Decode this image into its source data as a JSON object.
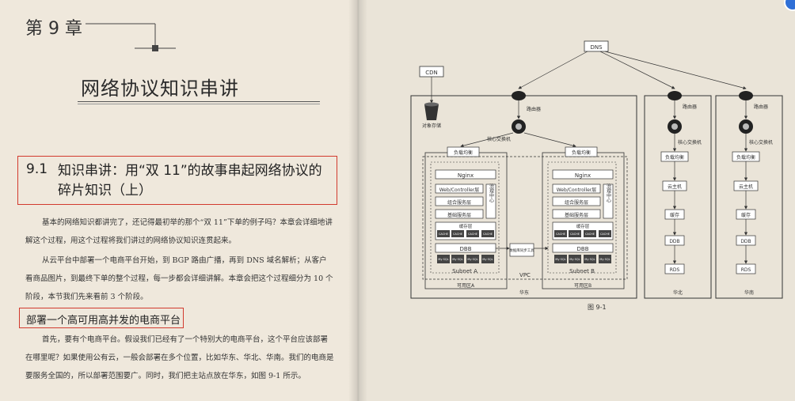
{
  "chapter": "第 9 章",
  "chapter_title": "网络协议知识串讲",
  "section": {
    "number": "9.1",
    "title": "知识串讲：用“双 11”的故事串起网络协议的碎片知识（上）"
  },
  "paragraphs": [
    "基本的网络知识都讲完了，还记得最初举的那个“双 11”下单的例子吗？本章会详细地讲解这个过程，用这个过程将我们讲过的网络协议知识连贯起来。",
    "从云平台中部署一个电商平台开始，到 BGP 路由广播，再到 DNS 域名解析；从客户看商品图片，到最终下单的整个过程，每一步都会详细讲解。本章会把这个过程细分为 10 个阶段，本节我们先来看前 3 个阶段。",
    "首先，要有个电商平台。假设我们已经有了一个特别大的电商平台，这个平台应该部署在哪里呢？如果使用公有云，一般会部署在多个位置，比如华东、华北、华南。我们的电商是要服务全国的，所以部署范围要广。同时，我们把主站点放在华东，如图 9-1 所示。"
  ],
  "subsection_title": "部署一个高可用高并发的电商平台",
  "figure": {
    "caption": "图 9-1",
    "dns": "DNS",
    "cdn": "CDN",
    "object_storage": "对象存储",
    "router": "路由器",
    "core_switch": "核心交换机",
    "load_balancer": "负载均衡",
    "nginx": "Nginx",
    "web_controller": "Web/Controller层",
    "composite_service": "组合服务层",
    "base_service": "基础服务层",
    "cache_layer": "缓存层",
    "cache_item": "CACHE",
    "governance_center": "治理中心",
    "dbb": "DBB",
    "mysql": "My SQL",
    "sync_tool": "数据库同步工具",
    "subnet_a": "Subnet A",
    "subnet_b": "Subnet B",
    "vpc": "VPC",
    "zone_a": "可用区A",
    "zone_b": "可用区B",
    "region_east": "华东",
    "region_north": "华北",
    "region_south": "华南",
    "cloud_host": "云主机",
    "cache": "缓存",
    "ddb": "DDB",
    "rds": "RDS"
  }
}
